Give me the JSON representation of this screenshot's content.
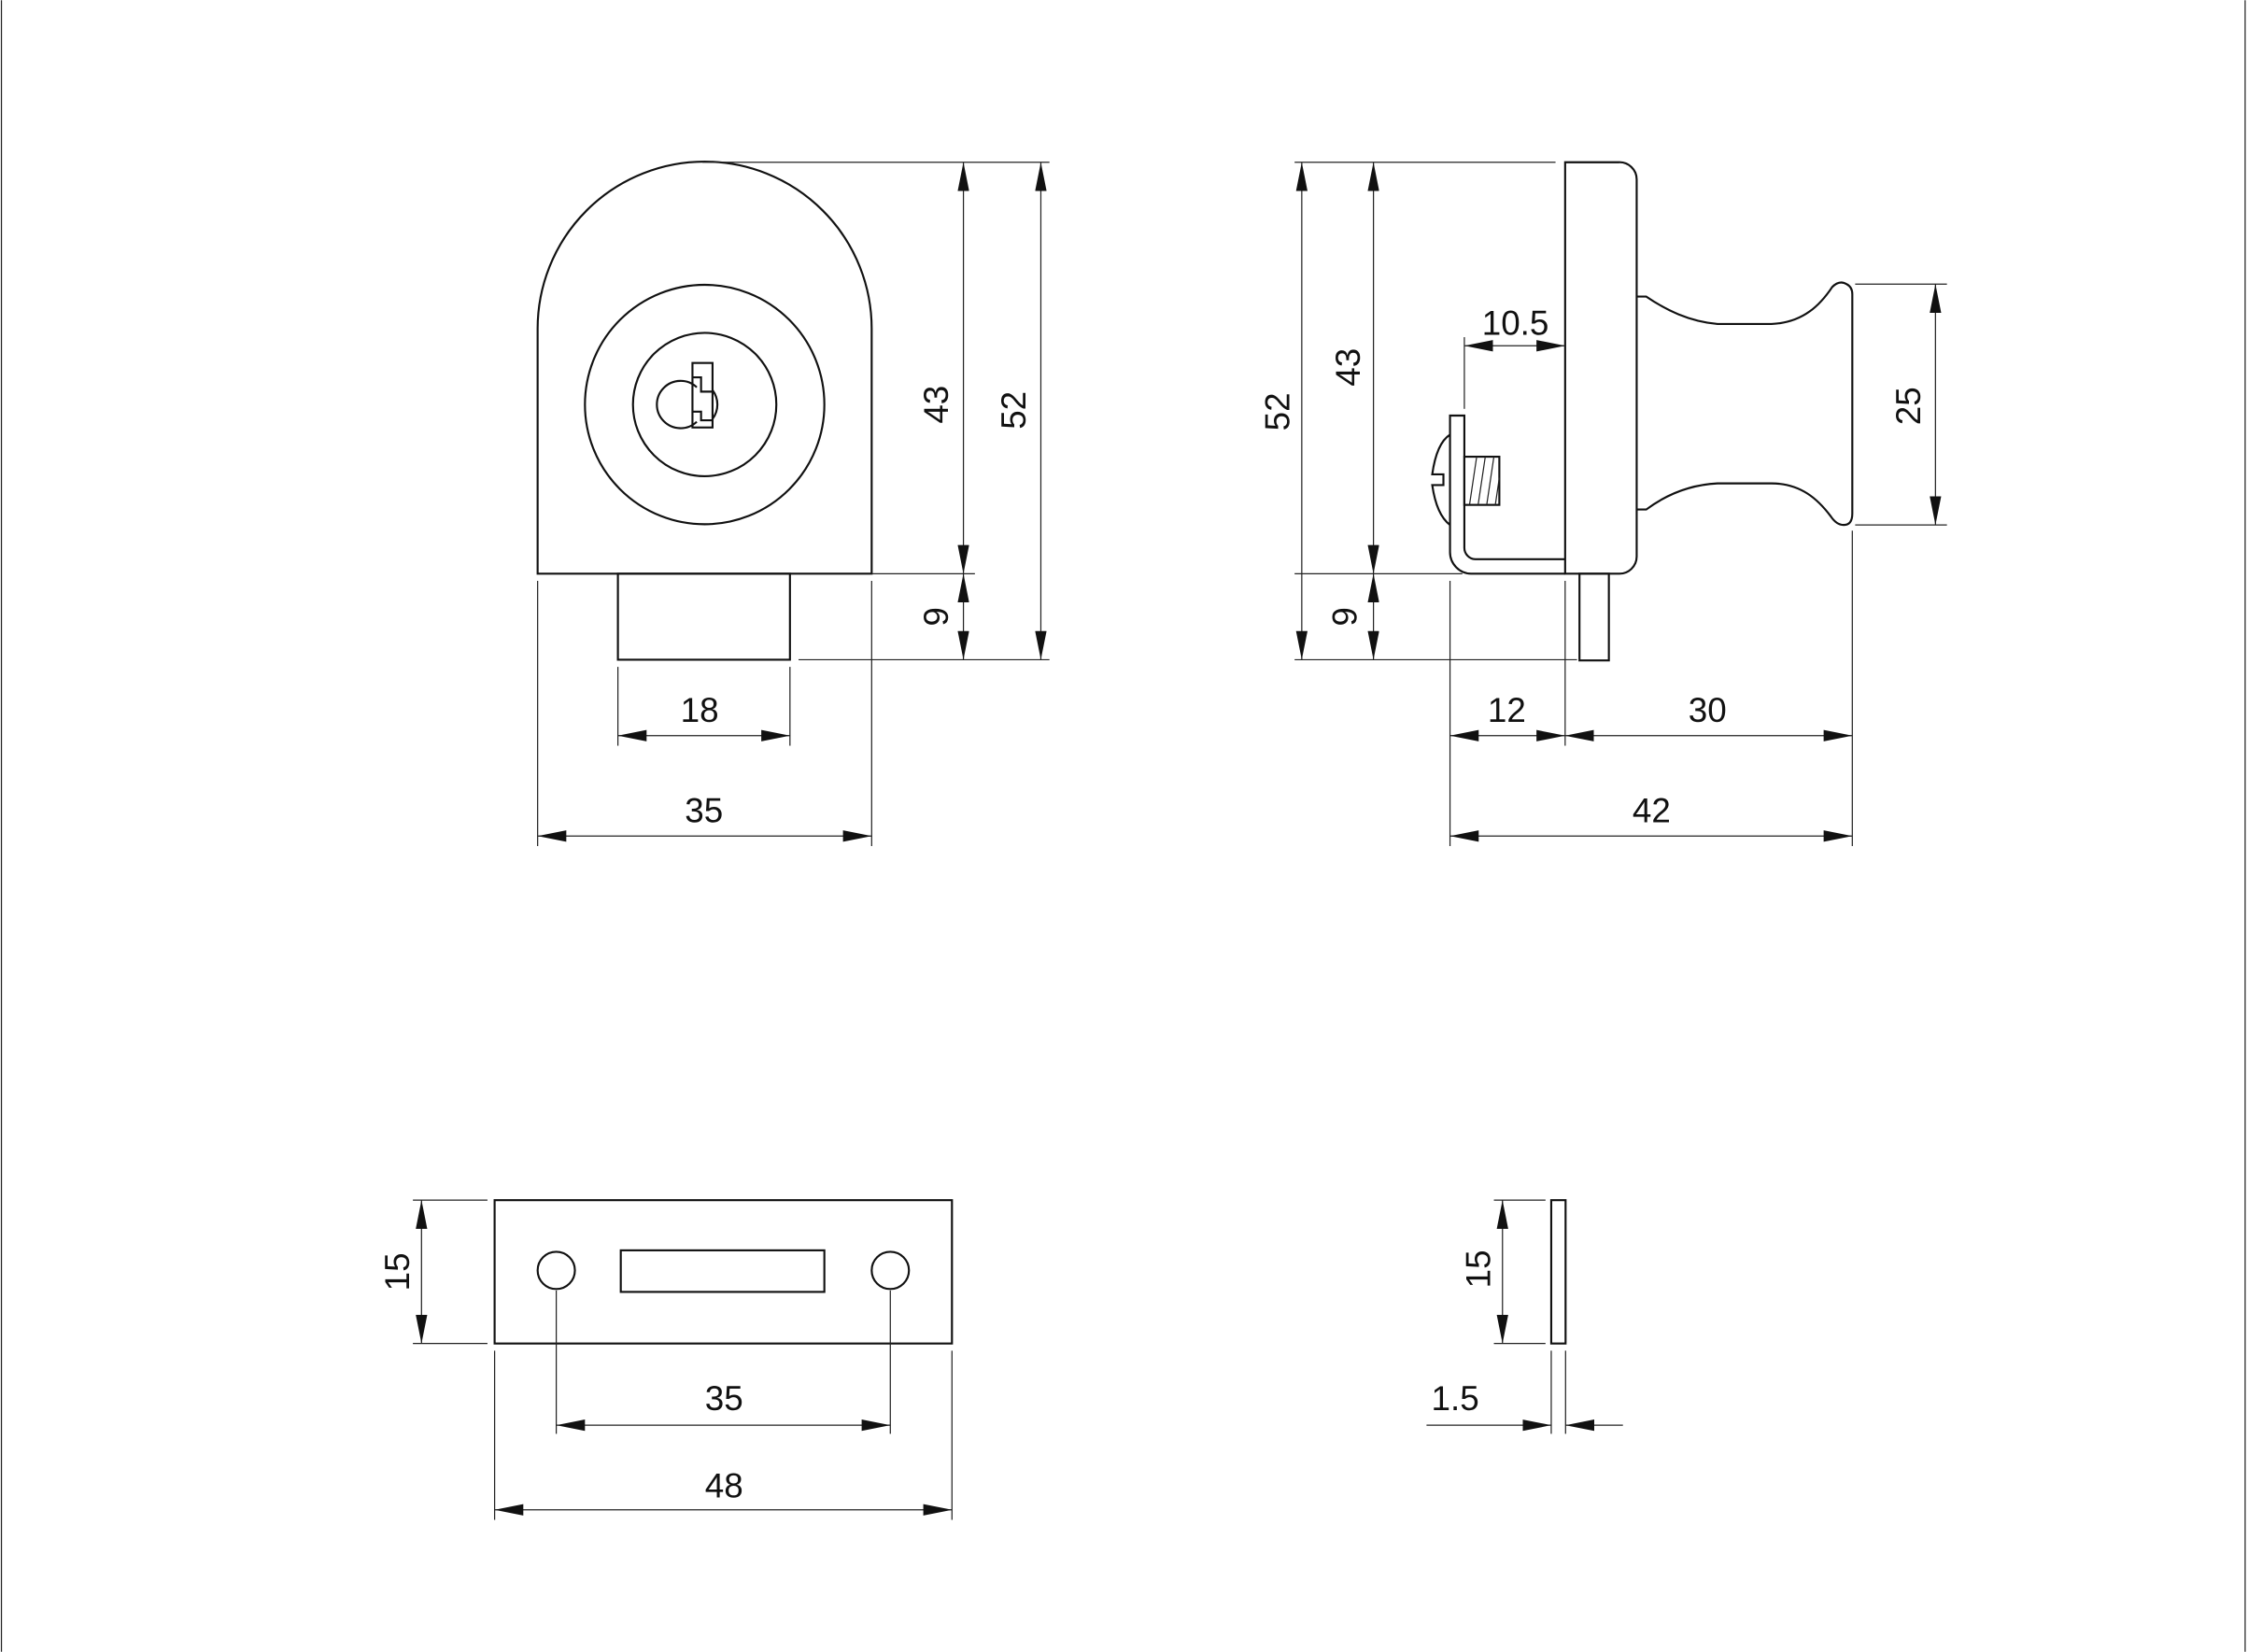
{
  "drawing": {
    "front_view": {
      "dim_height_body": "43",
      "dim_height_total": "52",
      "dim_height_stem": "9",
      "dim_stem_width": "18",
      "dim_body_width": "35"
    },
    "side_view": {
      "dim_total_height": "52",
      "dim_body_height": "43",
      "dim_stem_height": "9",
      "dim_bracket_offset": "10.5",
      "dim_knob_diameter": "25",
      "dim_bracket_depth": "12",
      "dim_knob_depth": "30",
      "dim_total_depth": "42"
    },
    "strike_plate_front": {
      "dim_height": "15",
      "dim_hole_spacing": "35",
      "dim_width": "48"
    },
    "strike_plate_side": {
      "dim_height": "15",
      "dim_thickness": "1.5"
    }
  }
}
